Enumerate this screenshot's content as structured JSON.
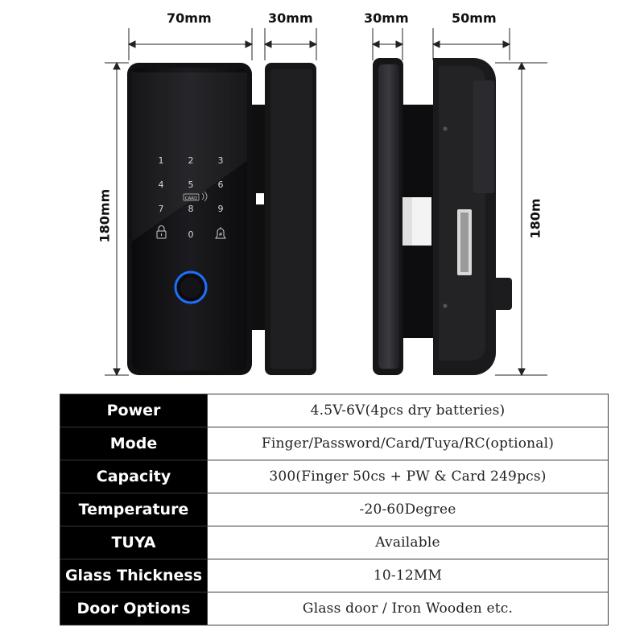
{
  "dimensions": {
    "front_width": "70mm",
    "front_depth": "30mm",
    "side_depth": "30mm",
    "side_width": "50mm",
    "front_height": "180mm",
    "side_height": "180m"
  },
  "keypad": {
    "digits": [
      "1",
      "2",
      "3",
      "4",
      "5",
      "6",
      "7",
      "8",
      "9",
      "0"
    ],
    "card_label": "CARD"
  },
  "specs": [
    {
      "label": "Power",
      "value": "4.5V-6V(4pcs dry batteries)"
    },
    {
      "label": "Mode",
      "value": "Finger/Password/Card/Tuya/RC(optional)"
    },
    {
      "label": "Capacity",
      "value": "300(Finger 50cs + PW & Card 249pcs)"
    },
    {
      "label": "Temperature",
      "value": "-20-60Degree"
    },
    {
      "label": "TUYA",
      "value": "Available"
    },
    {
      "label": "Glass Thickness",
      "value": "10-12MM"
    },
    {
      "label": "Door Options",
      "value": "Glass door / Iron Wooden etc."
    }
  ],
  "colors": {
    "lock_body": "#1b1b1d",
    "fingerprint_ring": "#1e6fff",
    "table_header_bg": "#000000"
  }
}
